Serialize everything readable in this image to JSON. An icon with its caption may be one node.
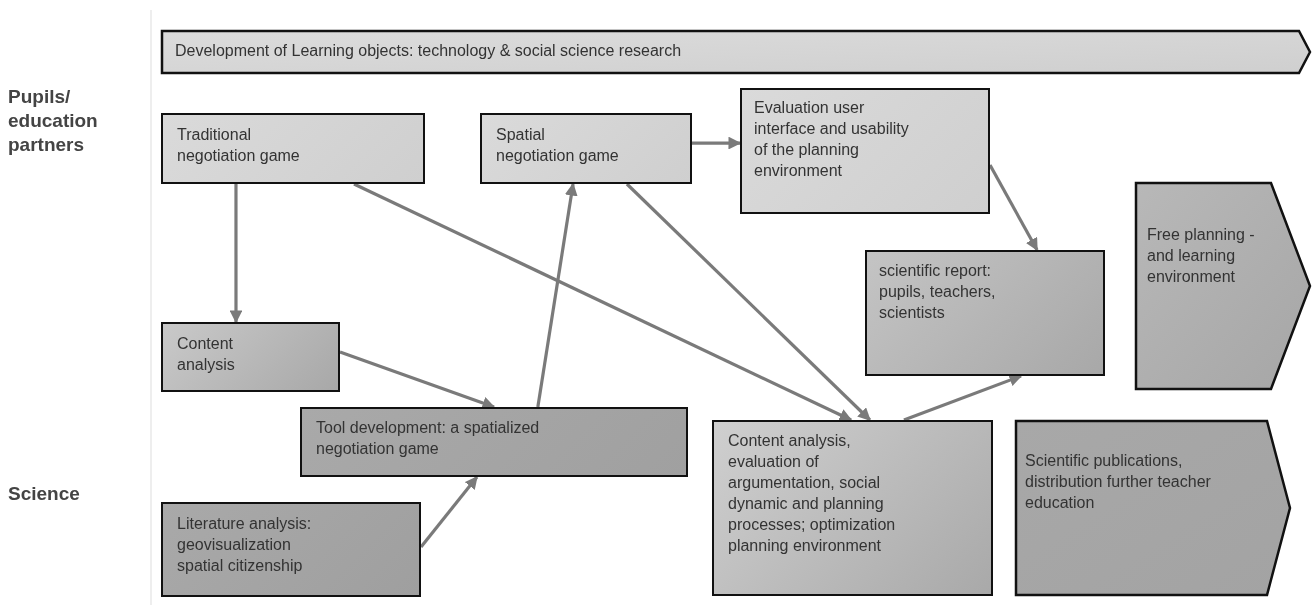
{
  "diagram": {
    "nodes": [
      {
        "text": [
          "Development of Learning objects: technology & social science research"
        ]
      },
      {
        "text": [
          "Traditional negotiation game"
        ]
      },
      {
        "text": [
          "Spatial negotiation game"
        ]
      },
      {
        "text": [
          "Evaluation user interface and usability of the planning environment"
        ]
      },
      {
        "text": [
          "scientific report: pupils, teachers, scientists"
        ]
      },
      {
        "text": [
          "Free planning - and learning environment"
        ]
      },
      {
        "text": [
          "Content analysis"
        ]
      },
      {
        "text": [
          "Tool development: a spatialized negotiation game"
        ]
      },
      {
        "text": [
          "Literature analysis: geovisualization spatial citizenship"
        ]
      },
      {
        "text": [
          "Content analysis, evaluation of argumentation, social dynamic and planning processes; optimization planning environment"
        ]
      },
      {
        "text": [
          "Scientific publications, distribution further teacher education"
        ]
      }
    ],
    "edges": [
      {
        "from": 1,
        "to": 6,
        "arrow": "to"
      },
      {
        "from": 1,
        "to": 9,
        "arrow": "to"
      },
      {
        "from": 2,
        "to": 3,
        "arrow": "to"
      },
      {
        "from": 3,
        "to": 4,
        "arrow": "to"
      },
      {
        "from": 6,
        "to": 7,
        "arrow": "to"
      },
      {
        "from": 7,
        "to": 2,
        "arrow": "to"
      },
      {
        "from": 2,
        "to": 9,
        "arrow": "to"
      },
      {
        "from": 8,
        "to": 7,
        "arrow": "to"
      },
      {
        "from": 9,
        "to": 4,
        "arrow": "to"
      }
    ],
    "labels": [
      "Pupils/ education partners",
      "Science"
    ]
  }
}
